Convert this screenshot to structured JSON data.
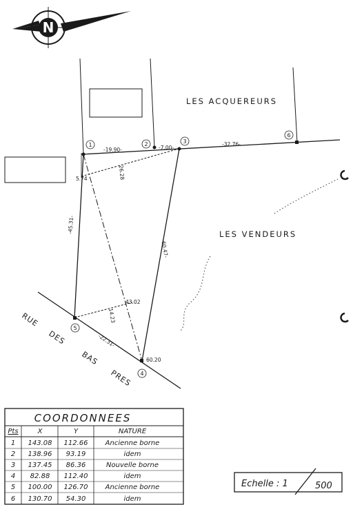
{
  "zones": {
    "buyers": "LES ACQUEREURS",
    "sellers": "LES VENDEURS"
  },
  "road": {
    "words": [
      "RUE",
      "DES",
      "BAS",
      "PRES"
    ]
  },
  "dimensions": {
    "d_1_2": "-19.90-",
    "d_2_3": "-7.00-",
    "d_3_6": "-32.76-",
    "d_1_3": "26.28",
    "d_offset_top": "5.74",
    "d_1_5": "-45.31-",
    "d_3_4": "-60.47-",
    "d_5_4": "-22.31-",
    "d_mid": "43.02",
    "d_perp": "14.23",
    "d_near4": "60.20"
  },
  "north_arrow": {
    "letter": "N"
  },
  "points": [
    {
      "id": "1",
      "label": "1"
    },
    {
      "id": "2",
      "label": "2"
    },
    {
      "id": "3",
      "label": "3"
    },
    {
      "id": "4",
      "label": "4"
    },
    {
      "id": "5",
      "label": "5"
    },
    {
      "id": "6",
      "label": "6"
    }
  ],
  "coordinates": {
    "title": "COORDONNEES",
    "headers": [
      "Pts",
      "X",
      "Y",
      "NATURE"
    ],
    "rows": [
      {
        "pt": "1",
        "x": "143.08",
        "y": "112.66",
        "nature": "Ancienne  borne"
      },
      {
        "pt": "2",
        "x": "138.96",
        "y": "93.19",
        "nature": "idem"
      },
      {
        "pt": "3",
        "x": "137.45",
        "y": "86.36",
        "nature": "Nouvelle  borne"
      },
      {
        "pt": "4",
        "x": "82.88",
        "y": "112.40",
        "nature": "idem"
      },
      {
        "pt": "5",
        "x": "100.00",
        "y": "126.70",
        "nature": "Ancienne  borne"
      },
      {
        "pt": "6",
        "x": "130.70",
        "y": "54.30",
        "nature": "idem"
      }
    ]
  },
  "scale": {
    "label": "Echelle : 1",
    "denominator": "500"
  }
}
